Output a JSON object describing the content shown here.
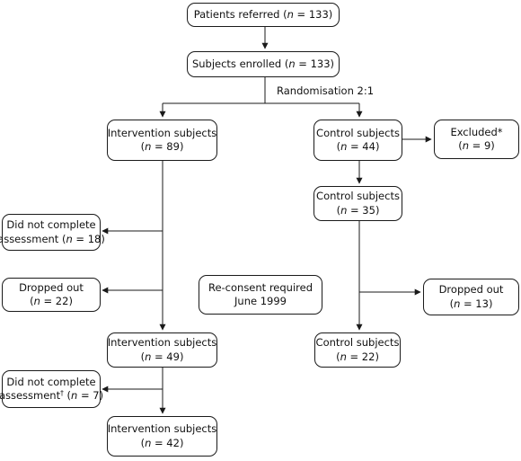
{
  "n_var": "n",
  "boxes": {
    "referred": {
      "l1_pre": "Patients referred (",
      "l1_post": " = 133)"
    },
    "enrolled": {
      "l1_pre": "Subjects enrolled (",
      "l1_post": " = 133)"
    },
    "int89": {
      "l1": "Intervention subjects",
      "l2_pre": "(",
      "l2_post": " = 89)"
    },
    "ctl44": {
      "l1": "Control subjects",
      "l2_pre": "(",
      "l2_post": " = 44)"
    },
    "excluded": {
      "l1": "Excluded*",
      "l2_pre": "(",
      "l2_post": " = 9)"
    },
    "ctl35": {
      "l1": "Control subjects",
      "l2_pre": "(",
      "l2_post": " = 35)"
    },
    "dnc18": {
      "l1": "Did not complete",
      "l2_pre": "assessment (",
      "l2_post": " = 18)"
    },
    "drop22": {
      "l1": "Dropped out",
      "l2_pre": "(",
      "l2_post": " = 22)"
    },
    "reconsent": {
      "l1": "Re-consent required",
      "l2": "June 1999"
    },
    "drop13": {
      "l1": "Dropped out",
      "l2_pre": "(",
      "l2_post": " = 13)"
    },
    "int49": {
      "l1": "Intervention subjects",
      "l2_pre": "(",
      "l2_post": " = 49)"
    },
    "ctl22": {
      "l1": "Control subjects",
      "l2_pre": "(",
      "l2_post": " = 22)"
    },
    "dnc7": {
      "l1": "Did not complete",
      "l2_pre": "assessment",
      "l2_sup": "†",
      "l2_mid": " (",
      "l2_post": " = 7)"
    },
    "int42": {
      "l1": "Intervention subjects",
      "l2_pre": "(",
      "l2_post": " = 42)"
    }
  },
  "labels": {
    "randomisation": "Randomisation 2:1"
  },
  "colors": {
    "stroke": "#1a1a1a"
  }
}
